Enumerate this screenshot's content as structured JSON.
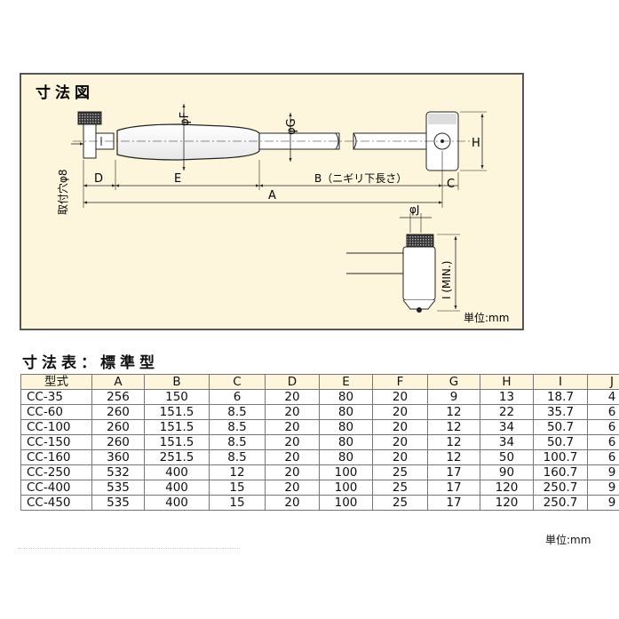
{
  "diagram": {
    "title": "寸法図",
    "unit": "単位:mm",
    "labels": {
      "phiF": "φF",
      "phiG": "φG",
      "mount": "取付穴φ8",
      "D": "D",
      "E": "E",
      "B": "B（ニギリ下長さ）",
      "C": "C",
      "A": "A",
      "H": "H",
      "phiJ": "φJ",
      "I": "I (MIN.)"
    }
  },
  "table": {
    "title": "寸法表：標準型",
    "unit": "単位:mm",
    "headers": [
      "型式",
      "A",
      "B",
      "C",
      "D",
      "E",
      "F",
      "G",
      "H",
      "I",
      "J"
    ],
    "rows": [
      [
        "CC-35",
        "256",
        "150",
        "6",
        "20",
        "80",
        "20",
        "9",
        "13",
        "18.7",
        "4"
      ],
      [
        "CC-60",
        "260",
        "151.5",
        "8.5",
        "20",
        "80",
        "20",
        "12",
        "22",
        "35.7",
        "6"
      ],
      [
        "CC-100",
        "260",
        "151.5",
        "8.5",
        "20",
        "80",
        "20",
        "12",
        "34",
        "50.7",
        "6"
      ],
      [
        "CC-150",
        "260",
        "151.5",
        "8.5",
        "20",
        "80",
        "20",
        "12",
        "34",
        "50.7",
        "6"
      ],
      [
        "CC-160",
        "360",
        "251.5",
        "8.5",
        "20",
        "80",
        "20",
        "12",
        "50",
        "100.7",
        "6"
      ],
      [
        "CC-250",
        "532",
        "400",
        "12",
        "20",
        "100",
        "25",
        "17",
        "90",
        "160.7",
        "9"
      ],
      [
        "CC-400",
        "535",
        "400",
        "15",
        "20",
        "100",
        "25",
        "17",
        "120",
        "250.7",
        "9"
      ],
      [
        "CC-450",
        "535",
        "400",
        "15",
        "20",
        "100",
        "25",
        "17",
        "120",
        "250.7",
        "9"
      ]
    ]
  }
}
